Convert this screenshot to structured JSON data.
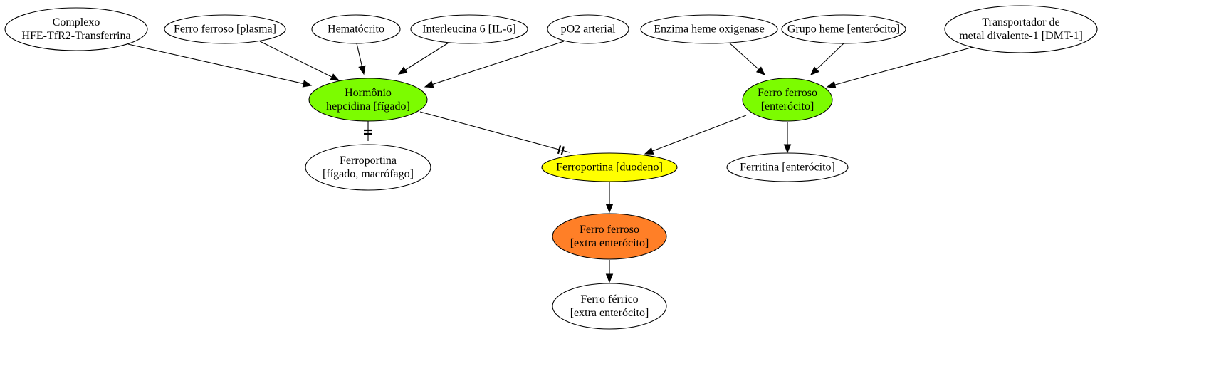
{
  "colors": {
    "default_fill": "#ffffff",
    "green_fill": "#7cfc00",
    "yellow_fill": "#ffff00",
    "orange_fill": "#ff7f27",
    "stroke": "#000000"
  },
  "nodes": [
    {
      "id": "hfe",
      "lines": [
        "Complexo",
        "HFE-TfR2-Transferrina"
      ],
      "fill": "default_fill"
    },
    {
      "id": "ferro_plasma",
      "lines": [
        "Ferro ferroso [plasma]"
      ],
      "fill": "default_fill"
    },
    {
      "id": "hematocrito",
      "lines": [
        "Hematócrito"
      ],
      "fill": "default_fill"
    },
    {
      "id": "il6",
      "lines": [
        "Interleucina 6 [IL-6]"
      ],
      "fill": "default_fill"
    },
    {
      "id": "po2",
      "lines": [
        "pO2 arterial"
      ],
      "fill": "default_fill"
    },
    {
      "id": "heme_oxigenase",
      "lines": [
        "Enzima heme oxigenase"
      ],
      "fill": "default_fill"
    },
    {
      "id": "grupo_heme",
      "lines": [
        "Grupo heme [enterócito]"
      ],
      "fill": "default_fill"
    },
    {
      "id": "dmt1",
      "lines": [
        "Transportador de",
        "metal divalente-1 [DMT-1]"
      ],
      "fill": "default_fill"
    },
    {
      "id": "hepcidina",
      "lines": [
        "Hormônio",
        "hepcidina [fígado]"
      ],
      "fill": "green_fill"
    },
    {
      "id": "ferro_enterocito",
      "lines": [
        "Ferro ferroso",
        "[enterócito]"
      ],
      "fill": "green_fill"
    },
    {
      "id": "ferroportina_figado",
      "lines": [
        "Ferroportina",
        "[fígado, macrófago]"
      ],
      "fill": "default_fill"
    },
    {
      "id": "ferroportina_duodeno",
      "lines": [
        "Ferroportina [duodeno]"
      ],
      "fill": "yellow_fill"
    },
    {
      "id": "ferritina",
      "lines": [
        "Ferritina [enterócito]"
      ],
      "fill": "default_fill"
    },
    {
      "id": "ferro_extra",
      "lines": [
        "Ferro ferroso",
        "[extra enterócito]"
      ],
      "fill": "orange_fill"
    },
    {
      "id": "ferro_ferrico",
      "lines": [
        "Ferro férrico",
        "[extra enterócito]"
      ],
      "fill": "default_fill"
    }
  ],
  "edges": [
    {
      "from": "hfe",
      "to": "hepcidina",
      "type": "activates"
    },
    {
      "from": "ferro_plasma",
      "to": "hepcidina",
      "type": "activates"
    },
    {
      "from": "hematocrito",
      "to": "hepcidina",
      "type": "activates"
    },
    {
      "from": "il6",
      "to": "hepcidina",
      "type": "activates"
    },
    {
      "from": "po2",
      "to": "hepcidina",
      "type": "activates"
    },
    {
      "from": "heme_oxigenase",
      "to": "ferro_enterocito",
      "type": "activates"
    },
    {
      "from": "grupo_heme",
      "to": "ferro_enterocito",
      "type": "activates"
    },
    {
      "from": "dmt1",
      "to": "ferro_enterocito",
      "type": "activates"
    },
    {
      "from": "hepcidina",
      "to": "ferroportina_figado",
      "type": "inhibits"
    },
    {
      "from": "hepcidina",
      "to": "ferroportina_duodeno",
      "type": "inhibits"
    },
    {
      "from": "ferro_enterocito",
      "to": "ferroportina_duodeno",
      "type": "activates"
    },
    {
      "from": "ferro_enterocito",
      "to": "ferritina",
      "type": "activates"
    },
    {
      "from": "ferroportina_duodeno",
      "to": "ferro_extra",
      "type": "activates"
    },
    {
      "from": "ferro_extra",
      "to": "ferro_ferrico",
      "type": "activates"
    }
  ]
}
